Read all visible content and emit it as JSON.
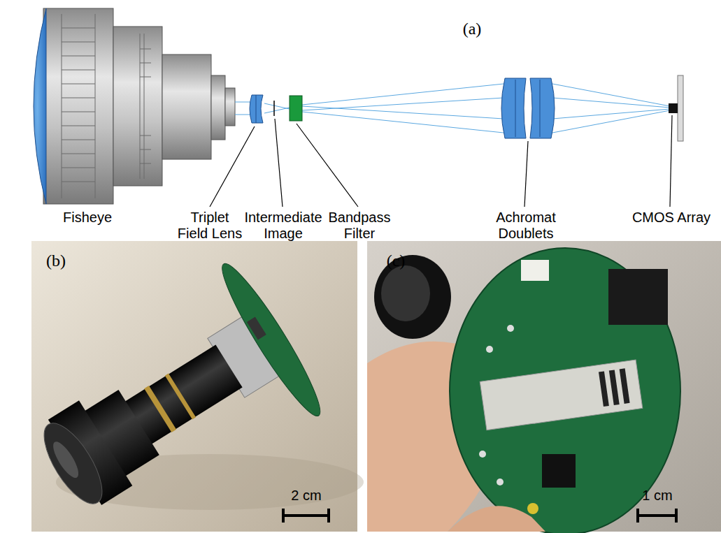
{
  "diagram": {
    "labels": [
      "(a)",
      "Fisheye",
      "Triplet Field Lens",
      "Intermediate Image",
      "Bandpass Filter",
      "Achromat Doublets",
      "CMOS Array",
      "(b)",
      "2 cm",
      "(c)",
      "1 cm"
    ]
  }
}
